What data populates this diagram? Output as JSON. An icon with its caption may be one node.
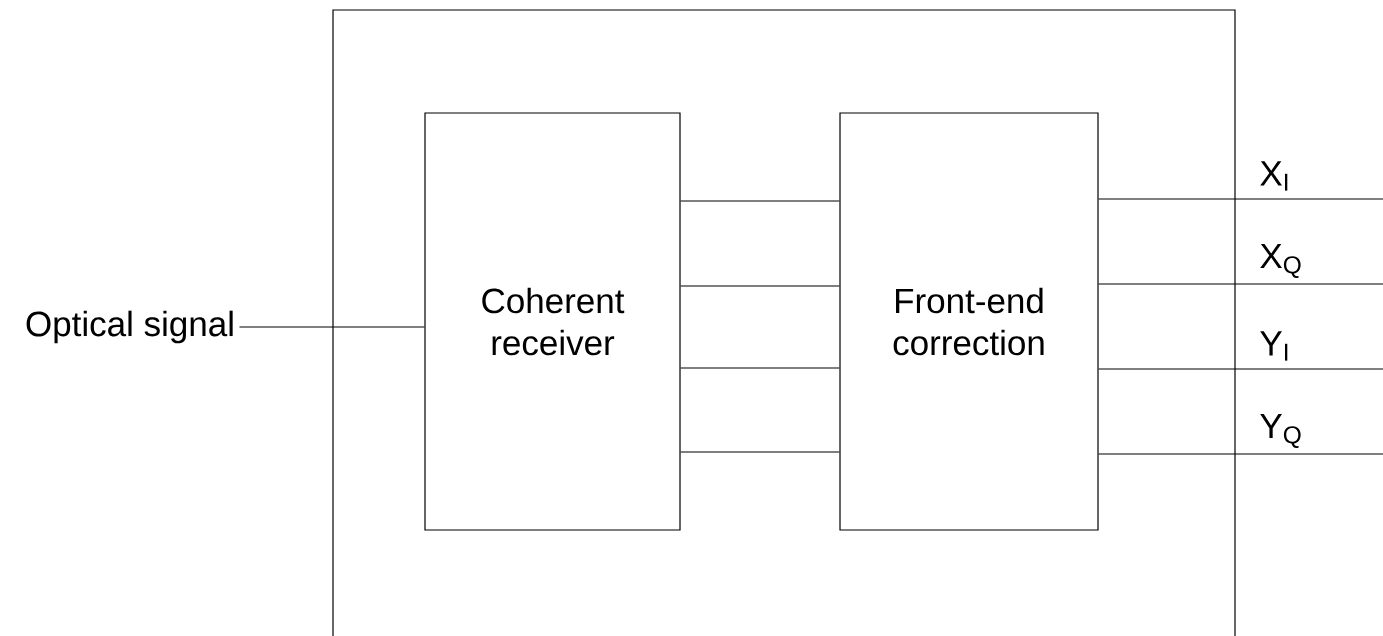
{
  "diagram": {
    "nodes": [
      {
        "text": [],
        "shape": "box"
      },
      {
        "text": [
          "Optical signal"
        ]
      },
      {
        "text": [
          "Coherent receiver"
        ],
        "in": 0
      },
      {
        "text": [
          "Front-end correction"
        ],
        "in": 0
      }
    ],
    "edges": [
      {
        "from": 1,
        "to": 2,
        "arrow": "none"
      },
      {
        "from": 2,
        "to": 3,
        "arrow": "none"
      },
      {
        "from": 2,
        "to": 3,
        "arrow": "none"
      },
      {
        "from": 2,
        "to": 3,
        "arrow": "none"
      },
      {
        "from": 2,
        "to": 3,
        "arrow": "none"
      },
      {
        "from": 3,
        "to": null,
        "arrow": "none",
        "label": "X$_{I}$"
      },
      {
        "from": 3,
        "to": null,
        "arrow": "none",
        "label": "X$_{Q}$"
      },
      {
        "from": 3,
        "to": null,
        "arrow": "none",
        "label": "Y$_{I}$"
      },
      {
        "from": 3,
        "to": null,
        "arrow": "none",
        "label": "Y$_{Q}$"
      }
    ]
  }
}
